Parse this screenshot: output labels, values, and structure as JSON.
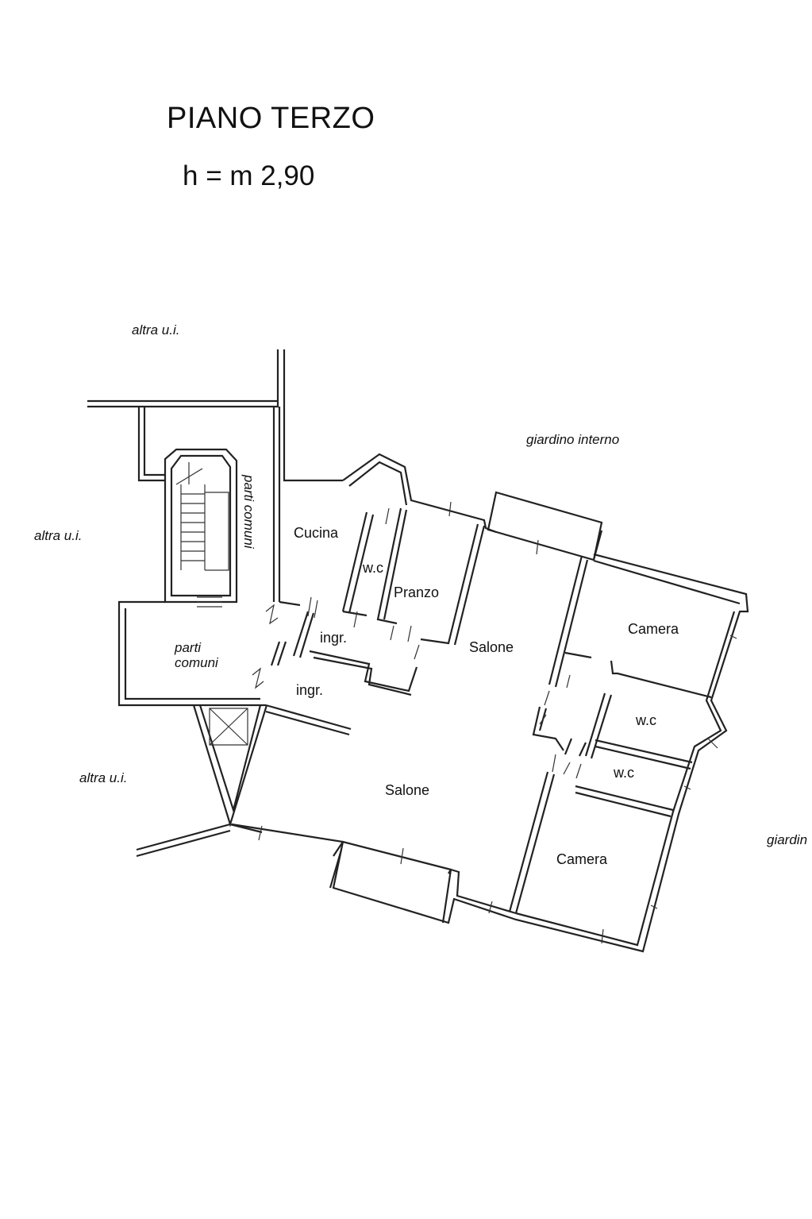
{
  "header": {
    "title": "PIANO TERZO",
    "height_label": "h = m 2,90"
  },
  "context_labels": {
    "altra_top": "altra u.i.",
    "altra_left": "altra u.i.",
    "altra_bottom": "altra u.i.",
    "giardino_interno": "giardino interno",
    "giardino_right": "giardin",
    "parti_comuni_vertical": "parti comuni",
    "parti_comuni_1": "parti",
    "parti_comuni_2": "comuni"
  },
  "rooms": {
    "cucina": "Cucina",
    "wc_1": "w.c",
    "pranzo": "Pranzo",
    "salone_1": "Salone",
    "camera_1": "Camera",
    "ingr_1": "ingr.",
    "ingr_2": "ingr.",
    "wc_2": "w.c",
    "wc_3": "w.c",
    "salone_2": "Salone",
    "camera_2": "Camera"
  },
  "colors": {
    "line": "#222222",
    "background": "#ffffff"
  }
}
